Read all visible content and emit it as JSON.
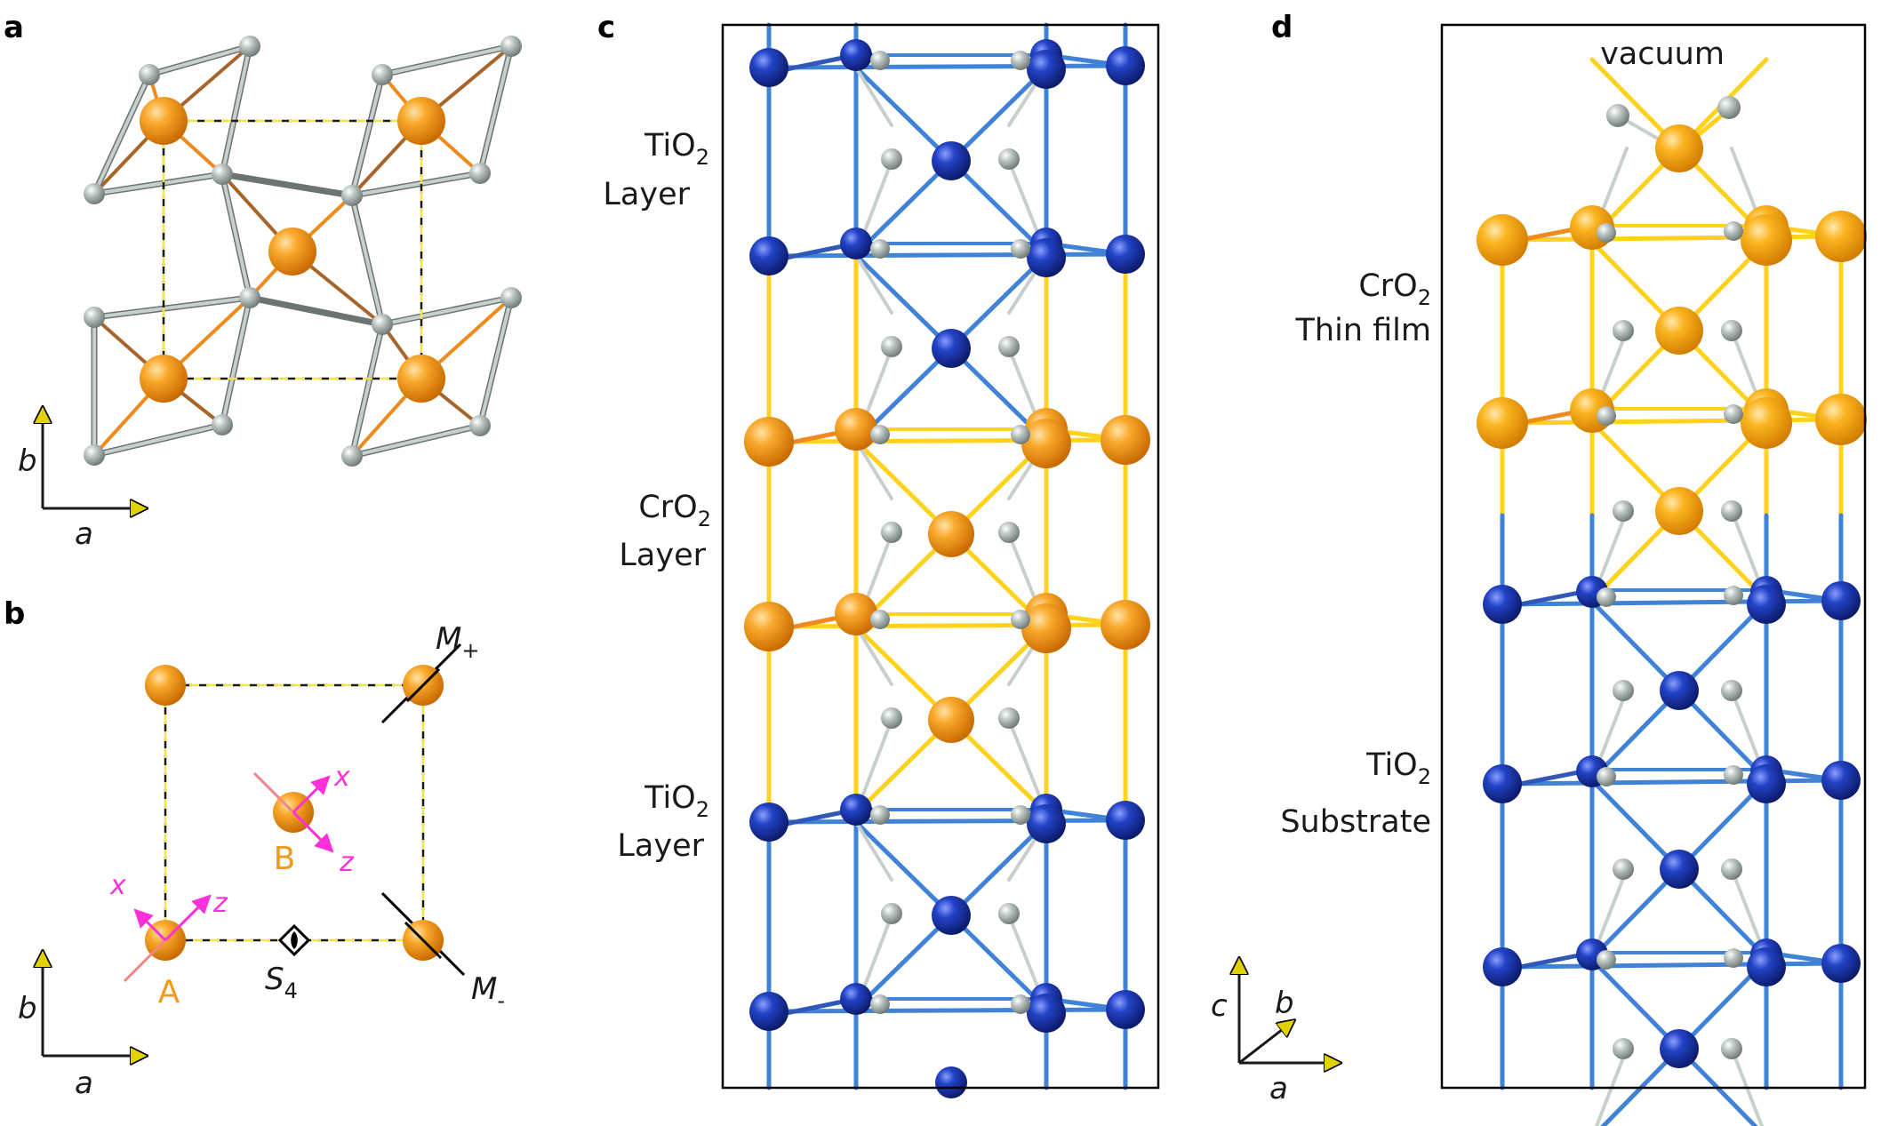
{
  "colors": {
    "cr": "#f49a10",
    "cr_film": "#fcae18",
    "ti": "#1f3cb8",
    "oxygen": "#a9b3b0",
    "bond_ti": "#3f82d6",
    "bond_cr": "#ffd21e",
    "bond_orange": "#ef8a1d",
    "bond_o": "#c8d0ce",
    "dash": "#f2e44a",
    "axis_arrow": "#e2d100",
    "magenta": "#ff2fd9",
    "pink": "#f28686",
    "label_orange": "#f39a1c"
  },
  "panels": {
    "a": {
      "letter": "a",
      "axis_x": "a",
      "axis_y": "b"
    },
    "b": {
      "letter": "b",
      "site_a": "A",
      "site_b": "B",
      "local_x": "x",
      "local_z": "z",
      "s4": "S",
      "s4_sub": "4",
      "mplus": "M",
      "mplus_sub": "+",
      "mminus": "M",
      "mminus_sub": "-",
      "axis_x": "a",
      "axis_y": "b"
    },
    "c": {
      "letter": "c",
      "layers": [
        {
          "main": "TiO",
          "sub": "2",
          "line2": "Layer"
        },
        {
          "main": "CrO",
          "sub": "2",
          "line2": "Layer"
        },
        {
          "main": "TiO",
          "sub": "2",
          "line2": "Layer"
        }
      ],
      "axis_c": "c",
      "axis_b": "b",
      "axis_a": "a"
    },
    "d": {
      "letter": "d",
      "vacuum": "vacuum",
      "film": {
        "main": "CrO",
        "sub": "2",
        "line2": "Thin film"
      },
      "substrate": {
        "main": "TiO",
        "sub": "2",
        "line2": "Substrate"
      }
    }
  }
}
